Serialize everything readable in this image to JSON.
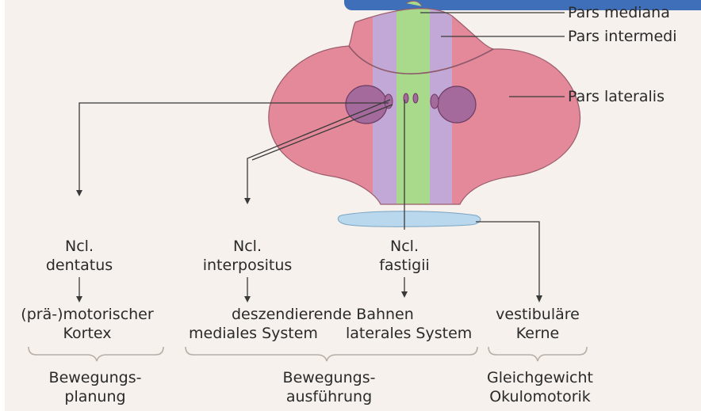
{
  "labels": {
    "pars_mediana": "Pars mediana",
    "pars_intermedia": "Pars intermedi",
    "pars_lateralis": "Pars lateralis",
    "ncl_dentatus_1": "Ncl.",
    "ncl_dentatus_2": "dentatus",
    "ncl_interpositus_1": "Ncl.",
    "ncl_interpositus_2": "interpositus",
    "ncl_fastigii_1": "Ncl.",
    "ncl_fastigii_2": "fastigii",
    "motor_cortex_1": "(prä-)motorischer",
    "motor_cortex_2": "Kortex",
    "descending_1": "deszendierende Bahnen",
    "medial_system": "mediales System",
    "lateral_system": "laterales System",
    "vestibular_1": "vestibuläre",
    "vestibular_2": "Kerne",
    "planning_1": "Bewegungs-",
    "planning_2": "planung",
    "execution_1": "Bewegungs-",
    "execution_2": "ausführung",
    "balance_1": "Gleichgewicht",
    "balance_2": "Okulomotorik"
  },
  "colors": {
    "lateral": "#e3899a",
    "intermediate": "#c2a8d6",
    "median": "#a9d98a",
    "nucleus": "#a36a9b",
    "vestibular": "#b9d8ee",
    "background": "#f6f1ec",
    "line": "#3a3a3a",
    "accent": "#3f6fb8"
  }
}
